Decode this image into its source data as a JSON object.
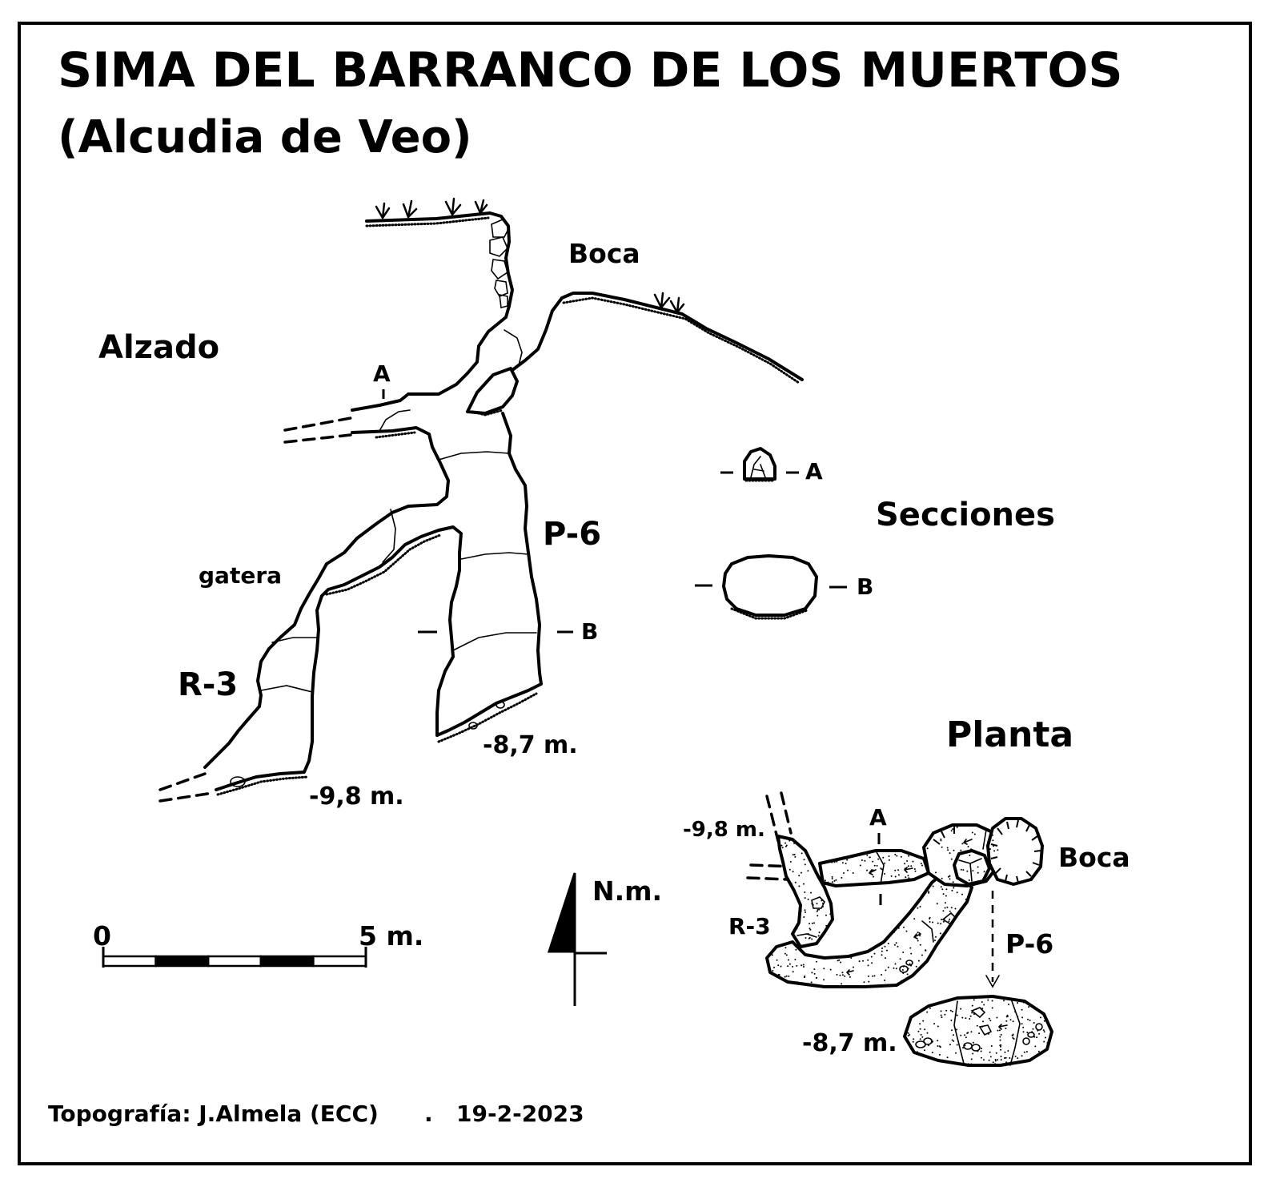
{
  "title": "SIMA DEL BARRANCO DE LOS MUERTOS",
  "subtitle": "(Alcudia de Veo)",
  "elevation": {
    "heading": "Alzado",
    "entrance_label": "Boca",
    "section_a_marker": "A",
    "section_b_marker": "B",
    "pit_label": "P-6",
    "crawl_label": "gatera",
    "step_label": "R-3",
    "depth_pit": "-8,7 m.",
    "depth_crawl": "-9,8 m."
  },
  "sections": {
    "heading": "Secciones",
    "a_label": "A",
    "b_label": "B"
  },
  "plan": {
    "heading": "Planta",
    "entrance_label": "Boca",
    "section_a_marker": "A",
    "pit_label": "P-6",
    "step_label": "R-3",
    "depth_crawl": "-9,8 m.",
    "depth_pit": "-8,7 m."
  },
  "north": {
    "label": "N.m."
  },
  "scale_bar": {
    "start_label": "0",
    "end_label": "5 m.",
    "length_m": 5,
    "segments": 5
  },
  "credit": {
    "author": "Topografía: J.Almela (ECC)",
    "separator": ".",
    "date": "19-2-2023"
  }
}
